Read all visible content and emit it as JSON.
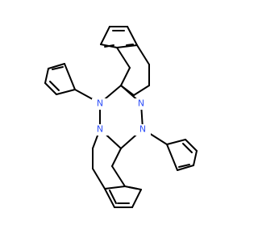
{
  "molecule": {
    "atom_label_color": "#3050f8",
    "bond_color": "#000000",
    "background": "#ffffff",
    "atoms": [
      {
        "label": "N"
      },
      {
        "label": "N"
      },
      {
        "label": "N"
      },
      {
        "label": "N"
      }
    ]
  }
}
